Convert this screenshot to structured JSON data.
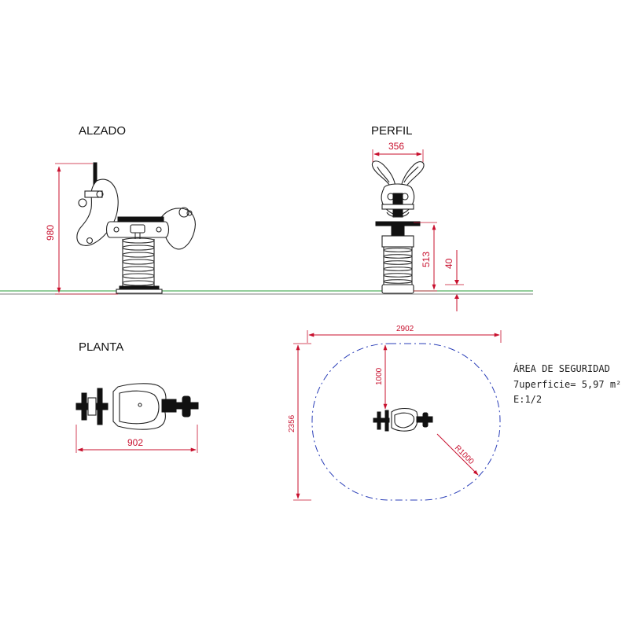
{
  "views": {
    "elevation": "ALZADO",
    "profile": "PERFIL",
    "plan": "PLANTA"
  },
  "dimensions": {
    "elevation_height": "980",
    "profile_width": "356",
    "profile_seat_height": "513",
    "profile_base": "40",
    "plan_length": "902",
    "area_width": "2902",
    "area_height": "2356",
    "area_offset": "1000",
    "area_radius": "R1000"
  },
  "safety_area": {
    "title": "ÁREA DE SEGURIDAD",
    "surface": "7uperficie= 5,97 m²",
    "scale": "E:1/2"
  },
  "colors": {
    "dimension": "#c8102e",
    "ground": "#2a9d3a",
    "safety_boundary": "#2b3fb8",
    "outline": "#222222"
  }
}
